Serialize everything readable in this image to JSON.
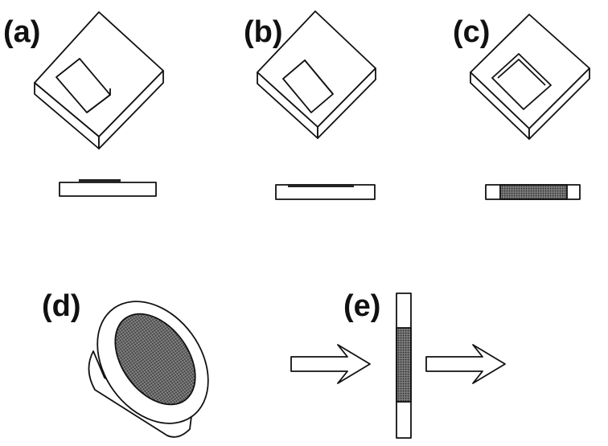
{
  "panels": [
    {
      "label": "(a)"
    },
    {
      "label": "(b)"
    },
    {
      "label": "(c)"
    },
    {
      "label": "(d)"
    },
    {
      "label": "(e)"
    }
  ],
  "colors": {
    "ink": "#111111",
    "background": "#ffffff",
    "stipple": "#4a4a4a"
  }
}
